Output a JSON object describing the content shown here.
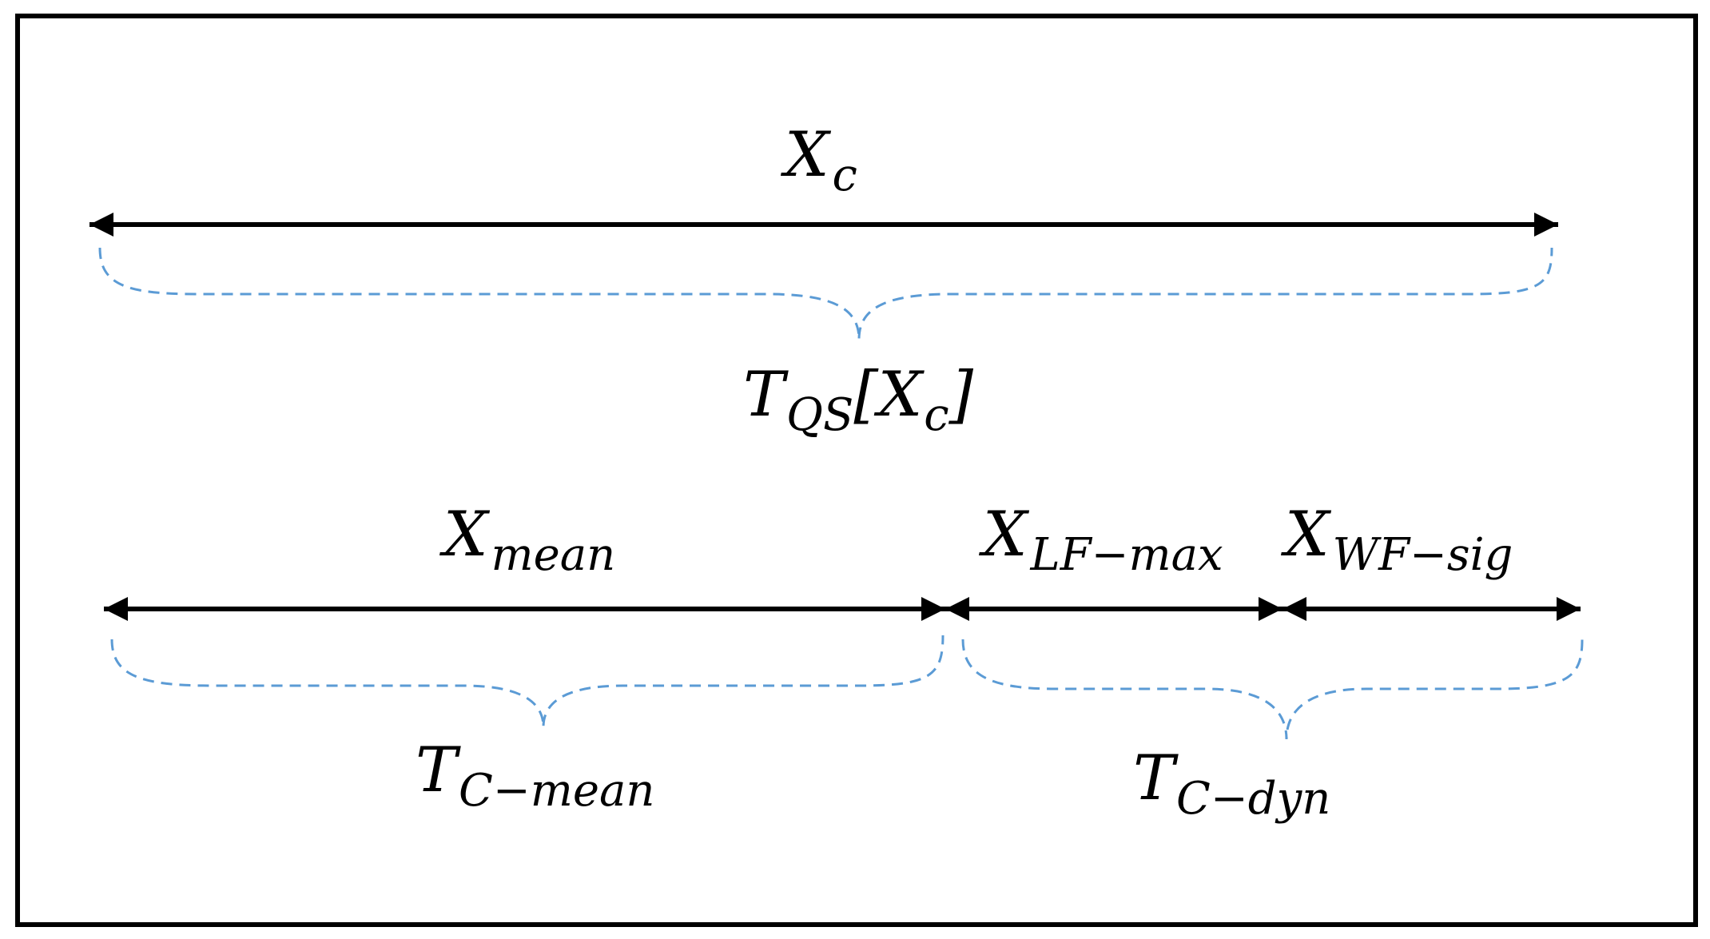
{
  "colors": {
    "frame": "#000000",
    "arrow": "#000000",
    "brace": "#5b9bd5"
  },
  "labels": {
    "xc": {
      "base": "X",
      "sub": "c"
    },
    "tqs": {
      "base": "T",
      "sub": "QS",
      "rest_open": "[X",
      "rest_sub": "c",
      "rest_close": "]"
    },
    "xmean": {
      "base": "X",
      "sub": "mean"
    },
    "xlf": {
      "base": "X",
      "sub": "LF−max"
    },
    "xwf": {
      "base": "X",
      "sub": "WF−sig"
    },
    "tcmean": {
      "base": "T",
      "sub": "C−mean"
    },
    "tcdyn": {
      "base": "T",
      "sub": "C−dyn"
    }
  }
}
